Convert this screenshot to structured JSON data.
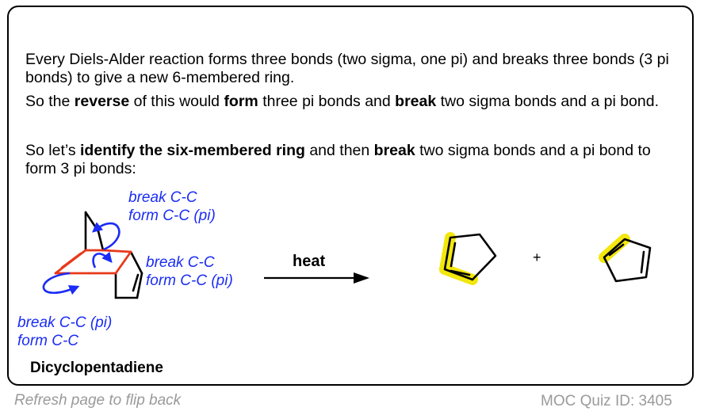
{
  "paragraphs": {
    "p1": "Every Diels-Alder reaction forms three bonds (two sigma, one pi) and breaks three bonds (3 pi bonds) to give a new 6-membered ring.",
    "p2": {
      "t1": "So the ",
      "b1": "reverse",
      "t2": " of this would ",
      "b2": "form",
      "t3": " three pi bonds and ",
      "b3": "break",
      "t4": " two sigma bonds and a pi bond."
    },
    "p3": {
      "t1": "So let’s ",
      "b1": "identify the six-membered ring",
      "t2": " and then ",
      "b2": "break",
      "t3": " two sigma bonds and a pi bond to form 3 pi bonds:"
    }
  },
  "annotations": {
    "top": [
      "break C-C",
      "form C-C (pi)"
    ],
    "right": [
      "break C-C",
      "form C-C (pi)"
    ],
    "bottom": [
      "break C-C (pi)",
      "form C-C"
    ]
  },
  "reaction": {
    "condition": "heat",
    "plus": "+",
    "reactant_name": "Dicyclopentadiene"
  },
  "footer": {
    "left": "Refresh page to flip back",
    "right": "MOC Quiz ID: 3405"
  },
  "colors": {
    "annotation": "#1a2cf5",
    "ring_highlight": "#e8381a",
    "bond_highlight": "#f2e600",
    "footer": "#9a9a9a"
  }
}
